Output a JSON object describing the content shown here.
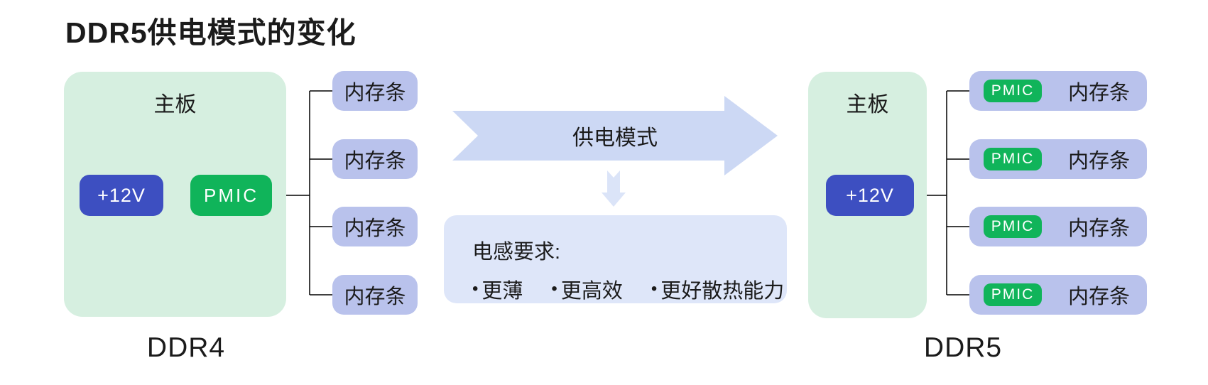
{
  "title": "DDR5供电模式的变化",
  "colors": {
    "board_green": "#d6efe0",
    "module_purple": "#b9c2ec",
    "power_blue": "#3d4fc1",
    "pmic_green": "#10b45a",
    "big_arrow_blue": "#ccd8f4",
    "down_arrow_blue": "#dbe4f8",
    "info_box_blue": "#dee6f9",
    "text_dark": "#1b1b1b",
    "connector_black": "#000000"
  },
  "ddr4": {
    "label": "DDR4",
    "board_label": "主板",
    "power_label": "+12V",
    "pmic_label": "PMIC",
    "modules": [
      "内存条",
      "内存条",
      "内存条",
      "内存条"
    ]
  },
  "ddr5": {
    "label": "DDR5",
    "board_label": "主板",
    "power_label": "+12V",
    "modules": [
      {
        "pmic": "PMIC",
        "label": "内存条"
      },
      {
        "pmic": "PMIC",
        "label": "内存条"
      },
      {
        "pmic": "PMIC",
        "label": "内存条"
      },
      {
        "pmic": "PMIC",
        "label": "内存条"
      }
    ]
  },
  "transition": {
    "arrow_label": "供电模式",
    "info_title": "电感要求:",
    "bullet_char": "•",
    "bullets": [
      "更薄",
      "更高效",
      "更好散热能力"
    ]
  }
}
